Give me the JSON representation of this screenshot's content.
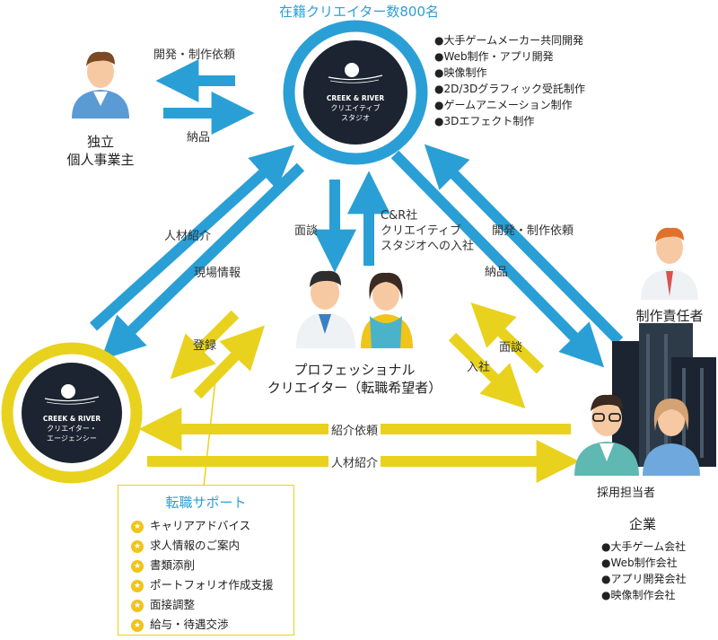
{
  "title": "在籍クリエイター数800名",
  "studio": {
    "brand": "CREEK & RIVER",
    "line1": "クリエイティブ",
    "line2": "スタジオ",
    "services": [
      "●大手ゲームメーカー共同開発",
      "●Web制作・アプリ開発",
      "●映像制作",
      "●2D/3Dグラフィック受託制作",
      "●ゲームアニメーション制作",
      "●3Dエフェクト制作"
    ]
  },
  "agency": {
    "brand": "CREEK & RIVER",
    "line1": "クリエイター・",
    "line2": "エージェンシー"
  },
  "independent": {
    "line1": "独立",
    "line2": "個人事業主"
  },
  "creator": {
    "line1": "プロフェッショナル",
    "line2": "クリエイター（転職希望者）"
  },
  "manager": "制作責任者",
  "recruiter": "採用担当者",
  "company": {
    "title": "企業",
    "items": [
      "●大手ゲーム会社",
      "●Web制作会社",
      "●アプリ開発会社",
      "●映像制作会社"
    ]
  },
  "labels": {
    "dev_request_left": "開発・制作依頼",
    "delivery_left": "納品",
    "jinzai_shoukai_left": "人材紹介",
    "genba_jouhou": "現場情報",
    "mendan_center": "面談",
    "join_line1": "C&R社",
    "join_line2": "クリエイティブ",
    "join_line3": "スタジオへの入社",
    "dev_request_right": "開発・制作依頼",
    "delivery_right": "納品",
    "touroku": "登録",
    "mendan_right": "面談",
    "nyusha": "入社",
    "shoukai_irai": "紹介依頼",
    "jinzai_shoukai_bottom": "人材紹介"
  },
  "support": {
    "title": "転職サポート",
    "items": [
      "キャリアアドバイス",
      "求人情報のご案内",
      "書類添削",
      "ポートフォリオ作成支援",
      "面接調整",
      "給与・待遇交渉"
    ]
  },
  "colors": {
    "blue": "#2a9fd6",
    "yellow": "#e8d21d",
    "navy": "#1b2430"
  }
}
